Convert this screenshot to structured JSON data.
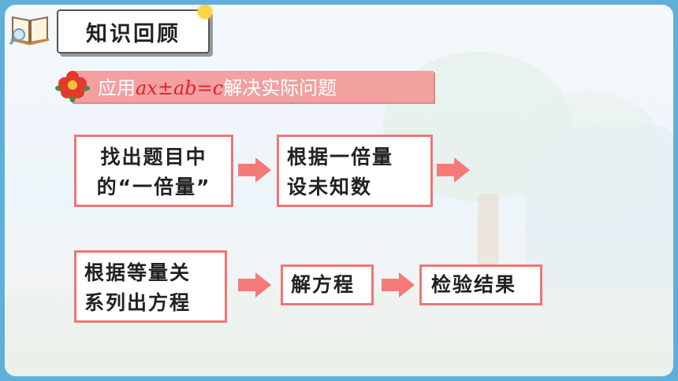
{
  "header": {
    "title": "知识回顾"
  },
  "banner": {
    "prefix": "应用",
    "formula_a": "ax",
    "formula_pm": "±",
    "formula_b": "ab=c",
    "suffix": "解决实际问题"
  },
  "flow": {
    "step1": {
      "line1": "找出题目中",
      "line2": "的“一倍量”"
    },
    "step2": {
      "line1": "根据一倍量",
      "line2": "设未知数"
    },
    "step3": {
      "line1": "根据等量关",
      "line2": "系列出方程"
    },
    "step4": {
      "label": "解方程"
    },
    "step5": {
      "label": "检验结果"
    }
  },
  "colors": {
    "box_border": "#ef7575",
    "arrow": "#f47a7a",
    "banner": "#f2a0a0",
    "formula": "#e0202a"
  },
  "icons": [
    "book-icon",
    "flower-icon",
    "arrow-right-icon"
  ]
}
